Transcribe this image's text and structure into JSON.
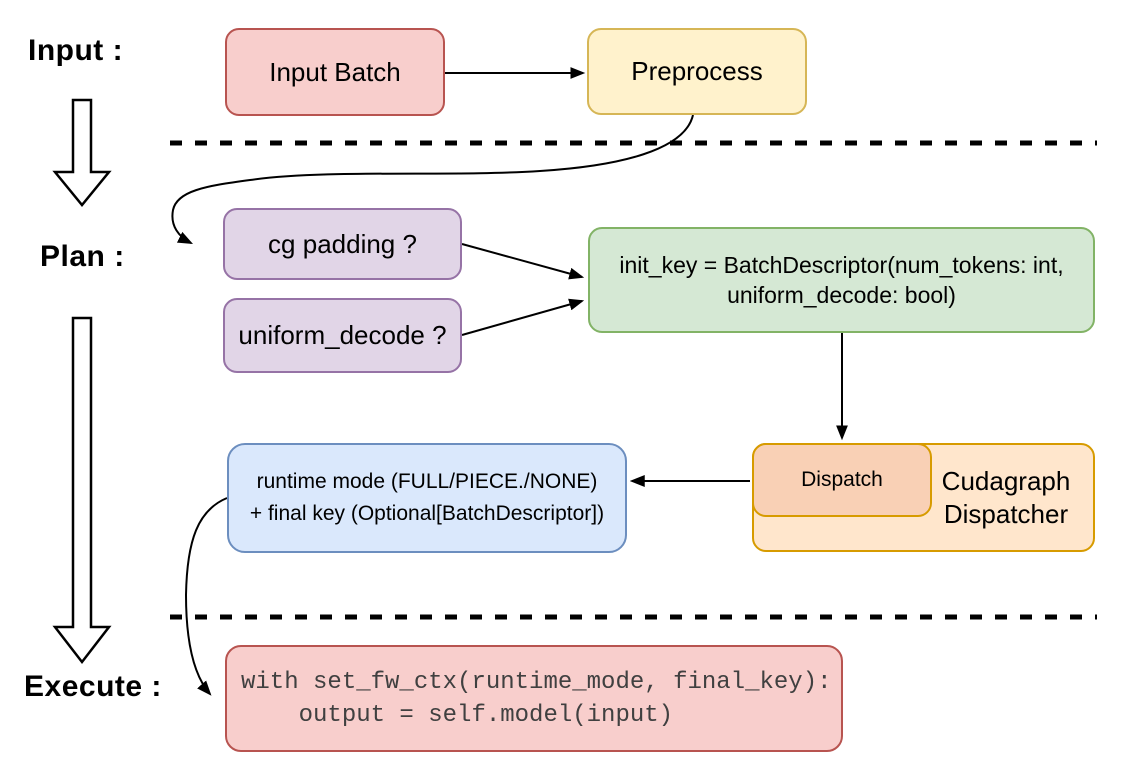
{
  "stage_labels": [
    "Input :",
    "Plan :",
    "Execute :"
  ],
  "nodes": {
    "input_batch": {
      "label": "Input Batch"
    },
    "preprocess": {
      "label": "Preprocess"
    },
    "cg_padding": {
      "label": "cg padding ?"
    },
    "uniform_decode": {
      "label": "uniform_decode ?"
    },
    "init_key": {
      "line1": "init_key = BatchDescriptor(num_tokens: int,",
      "line2": "uniform_decode: bool)"
    },
    "dispatch": {
      "label": "Dispatch"
    },
    "cudagraph_dispatcher": {
      "line1": "Cudagraph",
      "line2": "Dispatcher"
    },
    "runtime_mode": {
      "line1": "runtime mode (FULL/PIECE./NONE)",
      "line2": "+ final key (Optional[BatchDescriptor])"
    },
    "execute_code": {
      "line1": "with set_fw_ctx(runtime_mode, final_key):",
      "line2": "    output = self.model(input)"
    }
  },
  "edges": [
    {
      "from": "input_batch",
      "to": "preprocess",
      "style": "straight-arrow"
    },
    {
      "from": "preprocess",
      "to": "plan-stage",
      "style": "curved-arrow"
    },
    {
      "from": "cg_padding",
      "to": "init_key",
      "style": "straight-arrow"
    },
    {
      "from": "uniform_decode",
      "to": "init_key",
      "style": "straight-arrow"
    },
    {
      "from": "init_key",
      "to": "dispatch",
      "style": "straight-arrow"
    },
    {
      "from": "dispatch",
      "to": "runtime_mode",
      "style": "straight-arrow"
    },
    {
      "from": "runtime_mode",
      "to": "execute_code",
      "style": "curved-arrow"
    }
  ],
  "separators": [
    "between-input-and-plan",
    "between-plan-and-execute"
  ],
  "palette": {
    "pink_fill": "#f8cecc",
    "pink_stroke": "#b85450",
    "yellow_fill": "#fff2cc",
    "yellow_stroke": "#d6b656",
    "purple_fill": "#e1d5e7",
    "purple_stroke": "#9673a6",
    "green_fill": "#d5e8d4",
    "green_stroke": "#82b366",
    "blue_fill": "#dae8fc",
    "blue_stroke": "#6c8ebf",
    "peach_fill": "#ffe6cc",
    "salmon_fill": "#f9d0b5",
    "orange_stroke": "#d79b00",
    "connector": "#000000",
    "background": "#ffffff"
  }
}
